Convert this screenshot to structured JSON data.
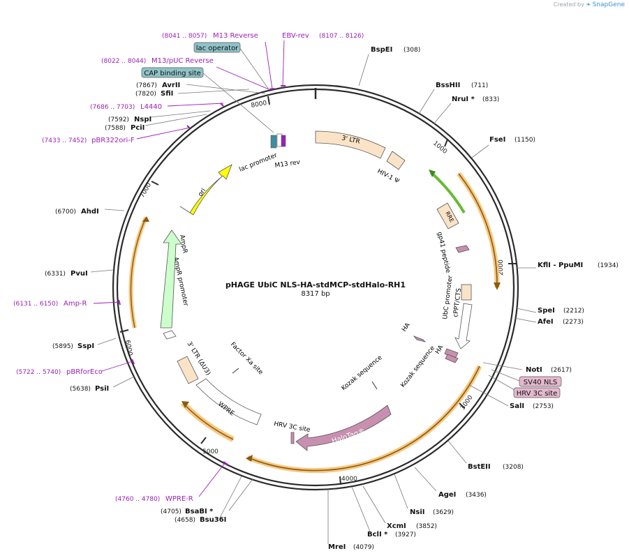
{
  "credit": {
    "prefix": "Created by",
    "brand": "SnapGene"
  },
  "plasmid": {
    "name": "pHAGE UbiC NLS-HA-stdMCP-stdHalo-RH1",
    "size": "8317 bp",
    "length": 8317
  },
  "ticks": [
    "1000",
    "2000",
    "3000",
    "4000",
    "5000",
    "6000",
    "7000",
    "8000"
  ],
  "colors": {
    "backbone": "#2b2b2b",
    "misc": "#fbe3c7",
    "promoter": "#ffffff",
    "ori": "#ffff00",
    "ampr": "#ccffcc",
    "halo": "#c98fb0",
    "cds_orange": "#f7c77e",
    "primer": "#9b1fb8",
    "rre_green": "#66bb33"
  },
  "enzymes_right": [
    {
      "name": "BspEI",
      "pos": "(308)"
    },
    {
      "name": "BssHII",
      "pos": "(711)"
    },
    {
      "name": "NruI *",
      "pos": "(833)"
    },
    {
      "name": "FseI",
      "pos": "(1150)"
    },
    {
      "name": "KflI  - PpuMI",
      "pos": "(1934)"
    },
    {
      "name": "SpeI",
      "pos": "(2212)"
    },
    {
      "name": "AfeI",
      "pos": "(2273)"
    },
    {
      "name": "NotI",
      "pos": "(2617)"
    },
    {
      "name": "SalI",
      "pos": "(2753)"
    },
    {
      "name": "BstEII",
      "pos": "(3208)"
    },
    {
      "name": "AgeI",
      "pos": "(3436)"
    },
    {
      "name": "NsiI",
      "pos": "(3629)"
    },
    {
      "name": "XcmI",
      "pos": "(3852)"
    },
    {
      "name": "BclI *",
      "pos": "(3927)"
    },
    {
      "name": "MreI",
      "pos": "(4079)"
    }
  ],
  "enzymes_left": [
    {
      "name": "BsaBI *",
      "pos": "(4705)"
    },
    {
      "name": "Bsu36I",
      "pos": "(4658)"
    },
    {
      "name": "PsiI",
      "pos": "(5638)"
    },
    {
      "name": "SspI",
      "pos": "(5895)"
    },
    {
      "name": "PvuI",
      "pos": "(6331)"
    },
    {
      "name": "AhdI",
      "pos": "(6700)"
    },
    {
      "name": "PciI",
      "pos": "(7588)"
    },
    {
      "name": "NspI",
      "pos": "(7592)"
    },
    {
      "name": "SfiI",
      "pos": "(7820)"
    },
    {
      "name": "AvrII",
      "pos": "(7867)"
    }
  ],
  "primers": [
    {
      "range": "(8041 .. 8057)",
      "name": "M13 Reverse"
    },
    {
      "range": "(8107 .. 8126)",
      "name": "EBV-rev"
    },
    {
      "range": "(8022 .. 8044)",
      "name": "M13/pUC Reverse"
    },
    {
      "range": "(7686 .. 7703)",
      "name": "L4440"
    },
    {
      "range": "(7433 .. 7452)",
      "name": "pBR322ori-F"
    },
    {
      "range": "(6131 .. 6150)",
      "name": "Amp-R"
    },
    {
      "range": "(5722 .. 5740)",
      "name": "pBRforEco"
    },
    {
      "range": "(4760 .. 4780)",
      "name": "WPRE-R"
    }
  ],
  "boxed_features": [
    {
      "name": "lac operator"
    },
    {
      "name": "CAP binding site"
    },
    {
      "name": "SV40 NLS"
    },
    {
      "name": "HRV 3C site"
    }
  ],
  "features": {
    "ltr5": "3' LTR",
    "hiv": "HIV-1 Ψ",
    "rre": "RRE",
    "gp41": "gp41 peptide",
    "ubc": "UbC promoter",
    "cppt": "cPPT/CTS",
    "ha1": "HA",
    "ha2": "HA",
    "kozak1": "Kozak sequence",
    "kozak2": "Kozak sequence",
    "halo": "HaloTag®",
    "hrv": "HRV 3C site",
    "wpre": "WPRE",
    "ltr3": "3' LTR (ΔU3)",
    "factorxa": "Factor Xa site",
    "amprprom": "AmpR promoter",
    "ampr": "AmpR",
    "ori": "ori",
    "lacprom": "lac promoter",
    "m13rev": "M13 rev"
  }
}
